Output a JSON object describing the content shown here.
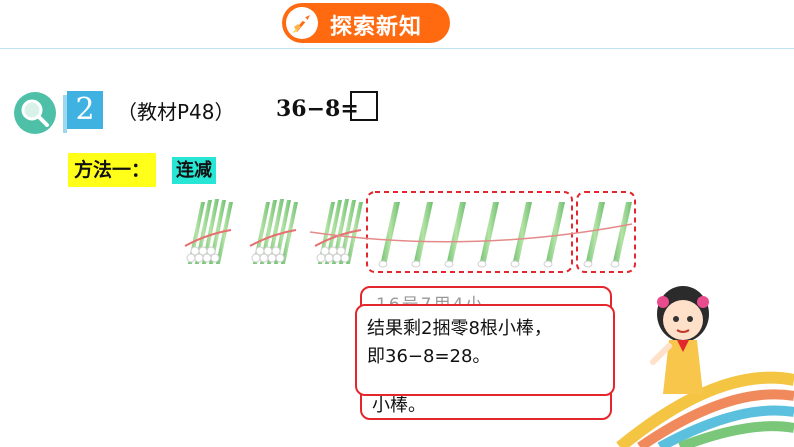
{
  "header": {
    "title": "探索新知"
  },
  "problem": {
    "number": "2",
    "reference": "（教材P48）",
    "equation": "36−8="
  },
  "method": {
    "label": "方法一：",
    "name": "连减"
  },
  "speech": {
    "back_top": "16号7用4小",
    "back_bottom": "小棒。",
    "line1": "结果剩2捆零8根小棒，",
    "line2": "即36−8=28。"
  },
  "colors": {
    "accent": "#ff6a10",
    "stick": "#8fd08c",
    "bubble_border": "#e3272d",
    "highlight": "#ffff1a",
    "tag": "#27e6d6"
  }
}
